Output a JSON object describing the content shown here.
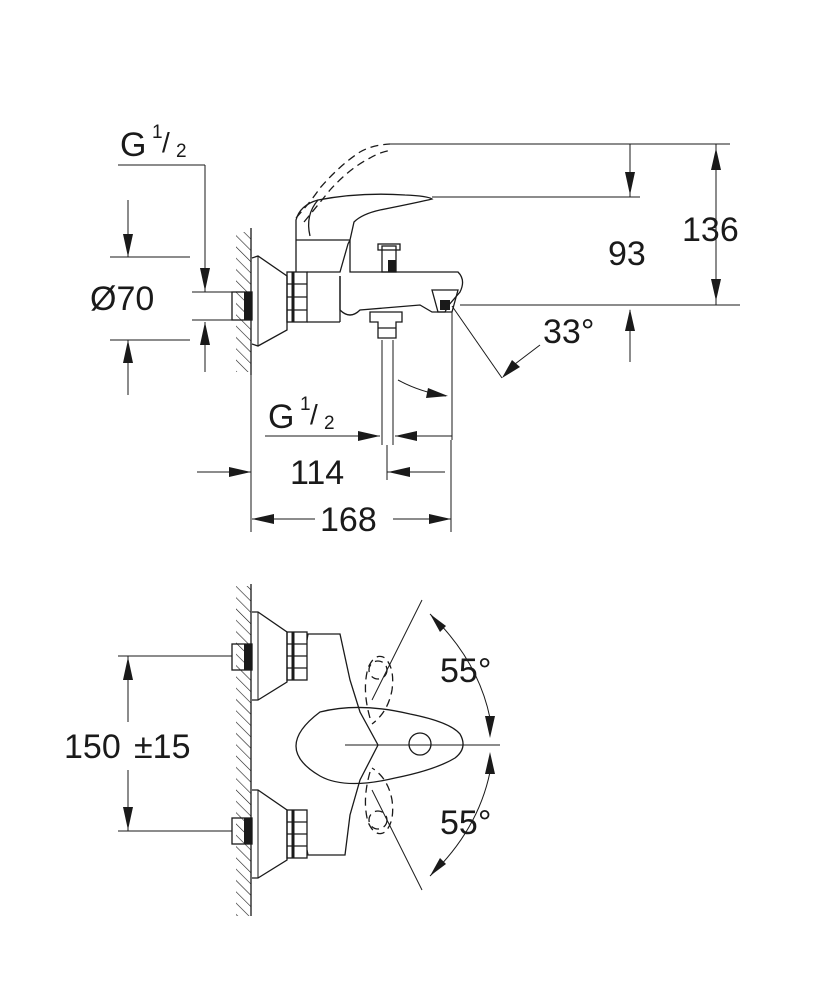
{
  "side_view": {
    "thread_top": {
      "main": "G",
      "num": "1",
      "den": "2"
    },
    "thread_outlet": {
      "main": "G",
      "num": "1",
      "den": "2"
    },
    "flange_diameter": "Ø70",
    "height_total": "136",
    "height_spout": "93",
    "spout_angle": "33°",
    "depth_outlet": "114",
    "depth_total": "168"
  },
  "front_view": {
    "center_distance": "150",
    "tolerance": "±15",
    "angle_up": "55°",
    "angle_down": "55°"
  },
  "colors": {
    "line": "#1a1a1a",
    "background": "#ffffff"
  }
}
